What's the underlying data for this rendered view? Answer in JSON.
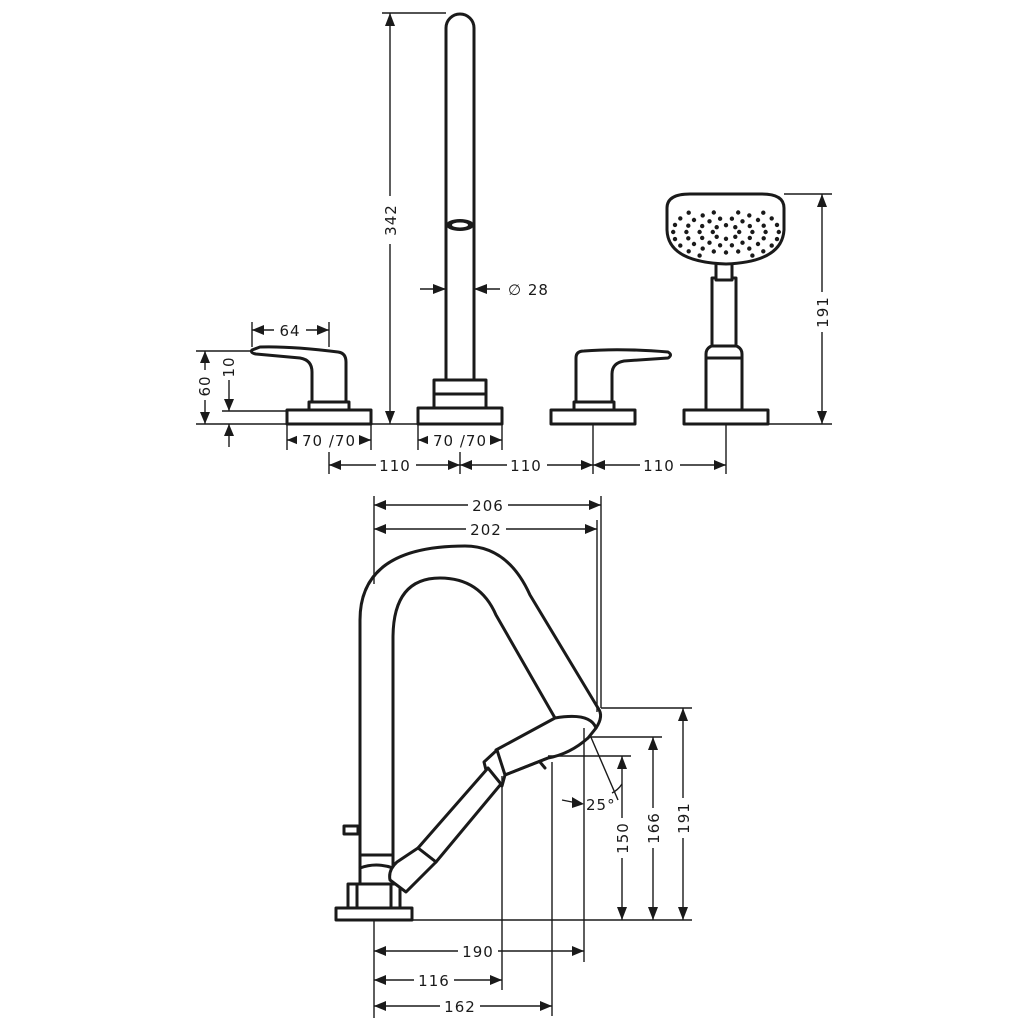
{
  "top_view": {
    "height_spout": "342",
    "diameter": "∅ 28",
    "handle_width": "64",
    "height_total_valve": "60",
    "height_handle": "10",
    "escutcheon_left": "70 /70",
    "escutcheon_spout": "70 /70",
    "spacing_1": "110",
    "spacing_2": "110",
    "spacing_3": "110",
    "height_handshower": "191"
  },
  "side_view": {
    "reach_outer": "206",
    "reach_inner": "202",
    "height_handshower": "191",
    "height_outlet": "166",
    "height_under": "150",
    "angle": "25°",
    "offset_190": "190",
    "offset_116": "116",
    "offset_162": "162"
  }
}
